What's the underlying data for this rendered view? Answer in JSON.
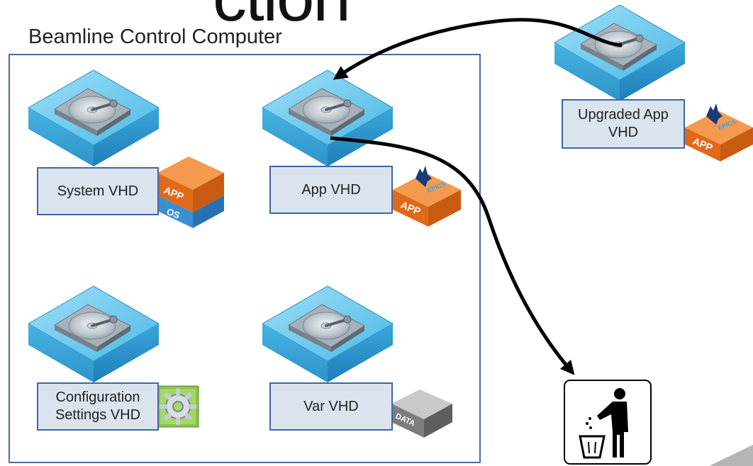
{
  "slide_title_fragment": "ction",
  "container": {
    "label": "Beamline Control Computer"
  },
  "vhds": {
    "system": {
      "label": "System VHD",
      "badge_top": "APP",
      "badge_bottom": "OS"
    },
    "app": {
      "label": "App VHD",
      "badge": "APP",
      "logo": "EPICS"
    },
    "config": {
      "label": "Configuration\nSettings VHD"
    },
    "var": {
      "label": "Var VHD",
      "badge": "DATA"
    },
    "upgraded": {
      "label": "Upgraded App\nVHD",
      "badge": "APP",
      "logo": "EPICS"
    }
  },
  "colors": {
    "disk": "#5fc4ea",
    "app_badge": "#e8711a",
    "os_badge": "#2f86c8",
    "box_fill": "#dbe3ef",
    "box_border": "#3f66a6"
  },
  "icons": [
    "hard-disk-icon",
    "app-badge-icon",
    "os-badge-icon",
    "gear-icon",
    "data-box-icon",
    "trash-icon"
  ]
}
